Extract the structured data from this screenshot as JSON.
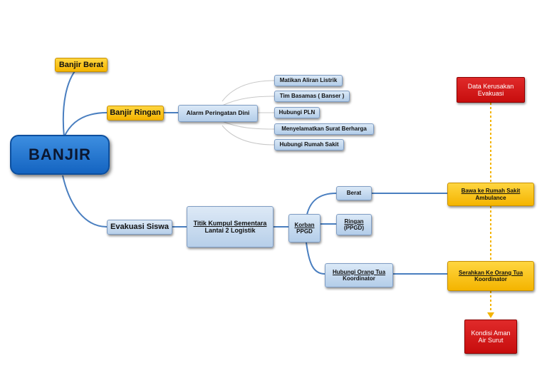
{
  "central": "BANJIR",
  "topics": {
    "banjir_berat": "Banjir Berat",
    "banjir_ringan": "Banjir Ringan",
    "evakuasi_siswa": "Evakuasi Siswa"
  },
  "alarm": "Alarm Peringatan Dini",
  "alarm_items": [
    "Matikan Aliran Listrik",
    "Tim Basamas ( Banser )",
    "Hubungi PLN",
    "Menyelamatkan Surat Berharga",
    "Hubungi Rumah Sakit"
  ],
  "titik_kumpul": {
    "line1": "Titik Kumpul Sementara",
    "line2": "Lantai 2 Logistik"
  },
  "korban": {
    "line1": "Korban",
    "line2": "PPGD"
  },
  "berat": "Berat",
  "ringan": {
    "line1": "Ringan",
    "line2": "(PPGD)"
  },
  "hubungi_ortu": {
    "line1": "Hubungi Orang Tua",
    "line2": "Koordinator"
  },
  "rumah_sakit": {
    "line1": "Bawa ke Rumah Sakit",
    "line2": "Ambulance"
  },
  "serahkan": {
    "line1": "Serahkan Ke Orang Tua",
    "line2": "Koordinator"
  },
  "data_kerusakan": {
    "line1": "Data Kerusakan",
    "line2": "Evakuasi"
  },
  "kondisi_aman": {
    "line1": "Kondisi Aman",
    "line2": "Air Surut"
  },
  "colors": {
    "connector": "#4a7fc0",
    "thin_connector": "#c8c8c8",
    "dotted": "#f4b400",
    "topic_yellow": "#f4b400",
    "alert_red": "#d01515",
    "central_blue": "#1e6fcc"
  }
}
